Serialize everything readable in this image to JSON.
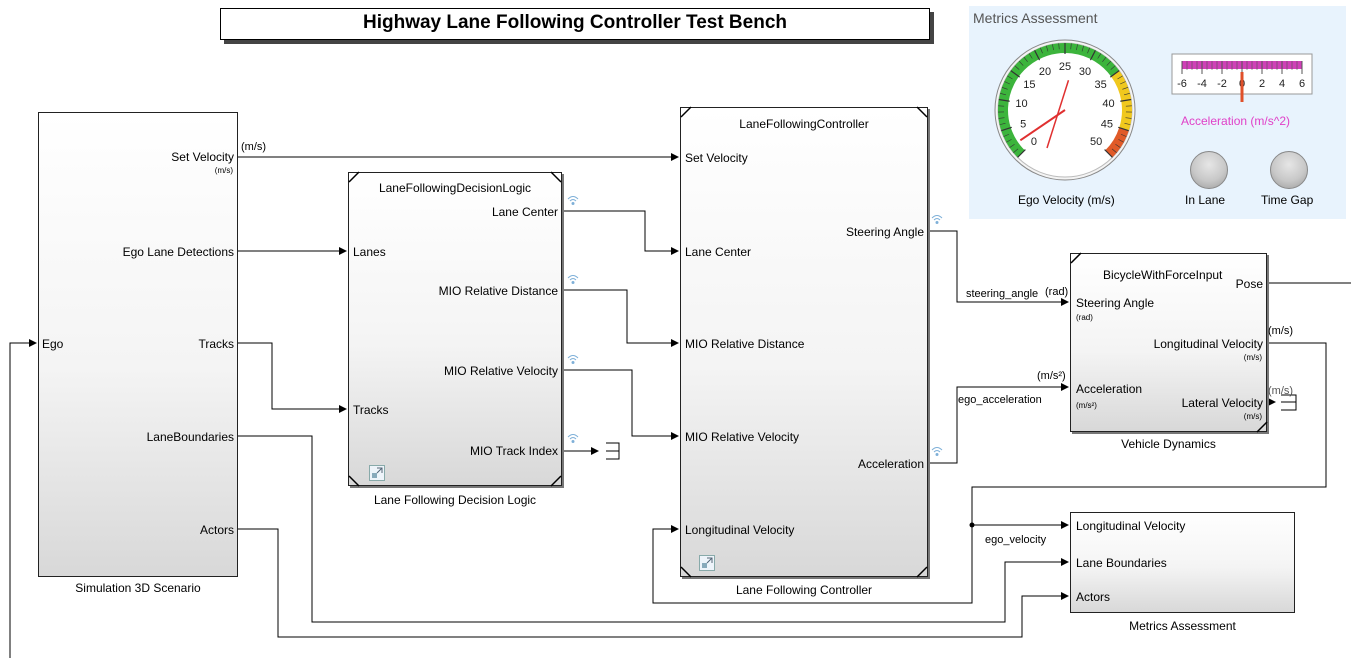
{
  "title": "Highway Lane Following Controller Test Bench",
  "scenario": {
    "caption": "Simulation 3D Scenario",
    "in_ego": "Ego",
    "out_set_velocity": "Set Velocity",
    "out_set_velocity_unit": "(m/s)",
    "out_lane_det": "Ego Lane Detections",
    "out_tracks": "Tracks",
    "out_lane_boundaries": "LaneBoundaries",
    "out_actors": "Actors"
  },
  "decision": {
    "caption": "Lane Following Decision Logic",
    "header": "LaneFollowingDecisionLogic",
    "in_lanes": "Lanes",
    "in_tracks": "Tracks",
    "out_lane_center": "Lane Center",
    "out_mio_dist": "MIO Relative Distance",
    "out_mio_vel": "MIO Relative Velocity",
    "out_mio_idx": "MIO Track Index"
  },
  "controller": {
    "caption": "Lane Following Controller",
    "header": "LaneFollowingController",
    "in_set_velocity": "Set Velocity",
    "in_lane_center": "Lane Center",
    "in_mio_dist": "MIO Relative Distance",
    "in_mio_vel": "MIO Relative Velocity",
    "in_long_vel": "Longitudinal Velocity",
    "out_steering": "Steering Angle",
    "out_accel": "Acceleration"
  },
  "vehicle": {
    "caption": "Vehicle Dynamics",
    "header": "BicycleWithForceInput",
    "in_steering": "Steering Angle",
    "in_steering_unit": "(rad)",
    "in_accel": "Acceleration",
    "in_accel_unit": "(m/s²)",
    "out_pose": "Pose",
    "out_long_vel": "Longitudinal Velocity",
    "out_long_vel_unit": "(m/s)",
    "out_lat_vel": "Lateral Velocity",
    "out_lat_vel_unit": "(m/s)"
  },
  "metrics_block": {
    "caption": "Metrics Assessment",
    "in_long_vel": "Longitudinal Velocity",
    "in_lane_boundaries": "Lane Boundaries",
    "in_actors": "Actors"
  },
  "signals": {
    "set_vel_unit": "(m/s)",
    "steering_angle": "steering_angle",
    "steering_unit": "(rad)",
    "ego_acceleration": "ego_acceleration",
    "accel_unit": "(m/s²)",
    "long_vel_unit": "(m/s)",
    "lat_vel_unit": "(m/s)",
    "ego_velocity": "ego_velocity"
  },
  "dashboard": {
    "title": "Metrics Assessment",
    "gauge_label": "Ego Velocity (m/s)",
    "gauge_ticks": [
      "0",
      "5",
      "10",
      "15",
      "20",
      "25",
      "30",
      "35",
      "40",
      "45",
      "50"
    ],
    "gauge_value": 2,
    "accel_label": "Acceleration (m/s^2)",
    "accel_ticks": [
      "-6",
      "-4",
      "-2",
      "0",
      "2",
      "4",
      "6"
    ],
    "accel_value": 0,
    "lamp_in_lane": "In Lane",
    "lamp_time_gap": "Time Gap",
    "colors": {
      "panel": "#e8f3fd",
      "gauge_green": "#3cb43c",
      "gauge_yellow": "#f0c81e",
      "gauge_red": "#e05a28",
      "needle": "#e03030",
      "accel_label": "#e040c8"
    }
  }
}
